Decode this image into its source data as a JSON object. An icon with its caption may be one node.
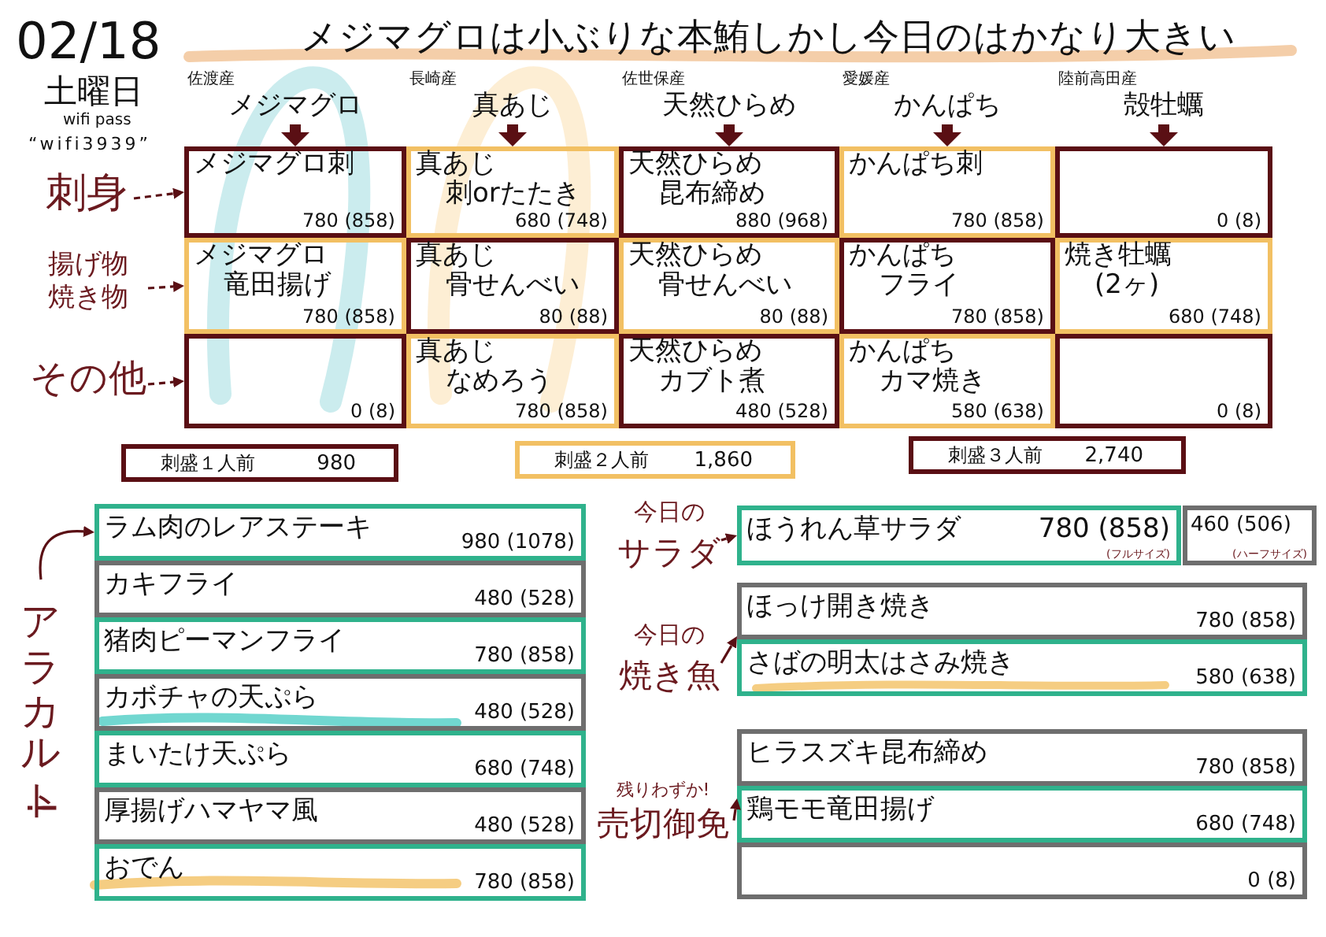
{
  "diagram": {
    "title": "メジマグロは小ぶりな本鮪しかし今日のはかなり大きい",
    "nodes": [
      {
        "text": [
          "佐渡産",
          "メジマグロ"
        ]
      },
      {
        "text": [
          "長崎産",
          "真あじ"
        ]
      },
      {
        "text": [
          "佐世保産",
          "天然ひらめ"
        ]
      },
      {
        "text": [
          "愛媛産",
          "かんぱち"
        ]
      },
      {
        "text": [
          "陸前高田産",
          "殻牡蠣"
        ]
      },
      {
        "text": [
          "刺身"
        ]
      },
      {
        "text": [
          "揚げ物",
          "焼き物"
        ]
      },
      {
        "text": [
          "その他"
        ]
      },
      {
        "text": [
          "メジマグロ刺",
          "780 (858)"
        ]
      },
      {
        "text": [
          "真あじ",
          "刺orたたき",
          "680 (748)"
        ]
      },
      {
        "text": [
          "天然ひらめ",
          "昆布締め",
          "880 (968)"
        ]
      },
      {
        "text": [
          "かんぱち刺",
          "780 (858)"
        ]
      },
      {
        "text": [
          "0 (8)"
        ]
      },
      {
        "text": [
          "メジマグロ",
          "竜田揚げ",
          "780 (858)"
        ]
      },
      {
        "text": [
          "真あじ",
          "骨せんべい",
          "80 (88)"
        ]
      },
      {
        "text": [
          "天然ひらめ",
          "骨せんべい",
          "80 (88)"
        ]
      },
      {
        "text": [
          "かんぱち",
          "フライ",
          "780 (858)"
        ]
      },
      {
        "text": [
          "焼き牡蠣",
          "(2ヶ)",
          "680 (748)"
        ]
      },
      {
        "text": [
          "0 (8)"
        ]
      },
      {
        "text": [
          "真あじ",
          "なめろう",
          "780 (858)"
        ]
      },
      {
        "text": [
          "天然ひらめ",
          "カブト煮",
          "480 (528)"
        ]
      },
      {
        "text": [
          "かんぱち",
          "カマ焼き",
          "580 (638)"
        ]
      },
      {
        "text": [
          "0 (8)"
        ]
      },
      {
        "text": [
          "刺盛１人前",
          "980"
        ]
      },
      {
        "text": [
          "刺盛２人前",
          "1,860"
        ]
      },
      {
        "text": [
          "刺盛３人前",
          "2,740"
        ]
      },
      {
        "text": [
          "アラカルト!"
        ]
      },
      {
        "text": [
          "ラム肉のレアステーキ",
          "980 (1078)"
        ]
      },
      {
        "text": [
          "カキフライ",
          "480 (528)"
        ]
      },
      {
        "text": [
          "猪肉ピーマンフライ",
          "780 (858)"
        ]
      },
      {
        "text": [
          "カボチャの天ぷら",
          "480 (528)"
        ]
      },
      {
        "text": [
          "まいたけ天ぷら",
          "680 (748)"
        ]
      },
      {
        "text": [
          "厚揚げハマヤマ風",
          "480 (528)"
        ]
      },
      {
        "text": [
          "おでん",
          "780 (858)"
        ]
      },
      {
        "text": [
          "今日の",
          "サラダ"
        ]
      },
      {
        "text": [
          "ほうれん草サラダ",
          "780 (858)",
          "(フルサイズ)"
        ]
      },
      {
        "text": [
          "460 (506)",
          "(ハーフサイズ)"
        ]
      },
      {
        "text": [
          "今日の",
          "焼き魚"
        ]
      },
      {
        "text": [
          "ほっけ開き焼き",
          "780 (858)"
        ]
      },
      {
        "text": [
          "さばの明太はさみ焼き",
          "580 (638)"
        ]
      },
      {
        "text": [
          "残りわずか!",
          "売切御免"
        ]
      },
      {
        "text": [
          "ヒラスズキ昆布締め",
          "780 (858)"
        ]
      },
      {
        "text": [
          "鶏モモ竜田揚げ",
          "680 (748)"
        ]
      },
      {
        "text": [
          "0 (8)"
        ]
      }
    ],
    "edges": [
      {
        "from": 0,
        "to": 8,
        "arrow": "to",
        "style": "thick"
      },
      {
        "from": 1,
        "to": 9,
        "arrow": "to",
        "style": "thick"
      },
      {
        "from": 2,
        "to": 10,
        "arrow": "to",
        "style": "thick"
      },
      {
        "from": 3,
        "to": 11,
        "arrow": "to",
        "style": "thick"
      },
      {
        "from": 4,
        "to": 12,
        "arrow": "to",
        "style": "thick"
      },
      {
        "from": 5,
        "to": 8,
        "arrow": "to",
        "style": "dashed"
      },
      {
        "from": 6,
        "to": 13,
        "arrow": "to",
        "style": "dashed"
      },
      {
        "from": 7,
        "to": 18,
        "arrow": "to",
        "style": "dashed"
      },
      {
        "from": 26,
        "to": 27,
        "arrow": "to"
      },
      {
        "from": 34,
        "to": 35,
        "arrow": "to"
      },
      {
        "from": 37,
        "to": 38,
        "arrow": "to"
      },
      {
        "from": 40,
        "to": 42,
        "arrow": "to"
      }
    ],
    "labels": [
      "02/18",
      "土曜日",
      "wifi pass",
      "“wifi3939”"
    ]
  }
}
